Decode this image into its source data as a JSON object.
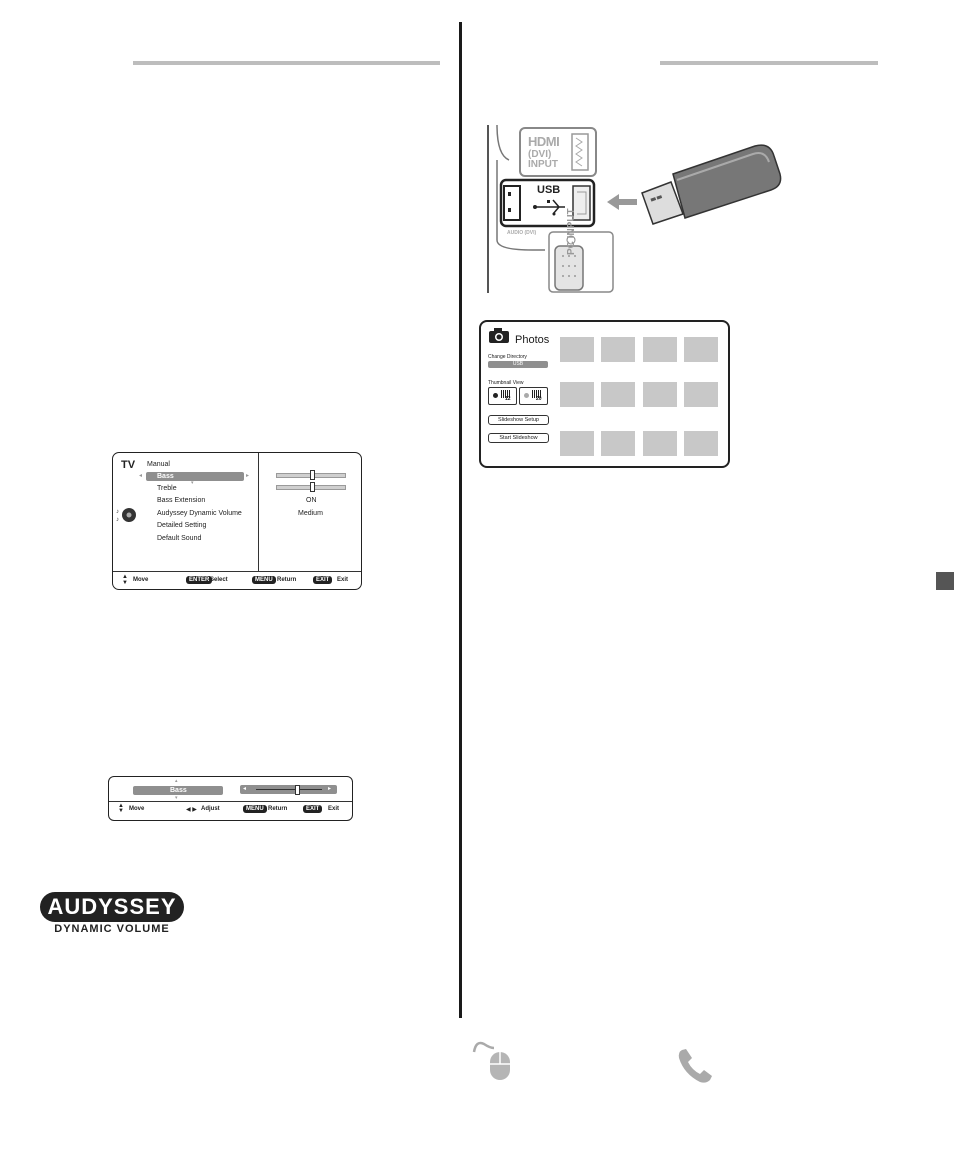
{
  "sound_menu": {
    "title": "TV",
    "mode": "Manual",
    "items": [
      "Bass",
      "Treble",
      "Bass Extension",
      "Audyssey Dynamic Volume",
      "Detailed Setting",
      "Default Sound"
    ],
    "values": {
      "bass_extension": "ON",
      "audyssey_dynamic_volume": "Medium"
    },
    "footer": {
      "move": "Move",
      "enter_key": "ENTER",
      "select": "Select",
      "menu_key": "MENU",
      "return": "Return",
      "exit_key": "EXIT",
      "exit": "Exit"
    }
  },
  "bass_adjust": {
    "label": "Bass",
    "footer": {
      "move": "Move",
      "adjust": "Adjust",
      "menu_key": "MENU",
      "return": "Return",
      "exit_key": "EXIT",
      "exit": "Exit"
    }
  },
  "logo": {
    "wordmark": "AUDYSSEY",
    "subtitle": "DYNAMIC VOLUME"
  },
  "connector_panel": {
    "hdmi": "HDMI",
    "dvi": "(DVI)",
    "input": "INPUT",
    "usb": "USB",
    "audio_dvi": "AUDIO (DVI)",
    "pc_input": "PC INPUT"
  },
  "photos": {
    "title": "Photos",
    "change_directory": "Change Directory",
    "directory_value": "USB",
    "thumbnail_view": "Thumbnail View",
    "view_12": "12",
    "view_20": "20",
    "slideshow_setup": "Slideshow Setup",
    "start_slideshow": "Start Slideshow"
  },
  "icons": [
    "mouse-icon",
    "phone-icon",
    "camera-icon",
    "usb-stick-icon",
    "speaker-icon"
  ]
}
